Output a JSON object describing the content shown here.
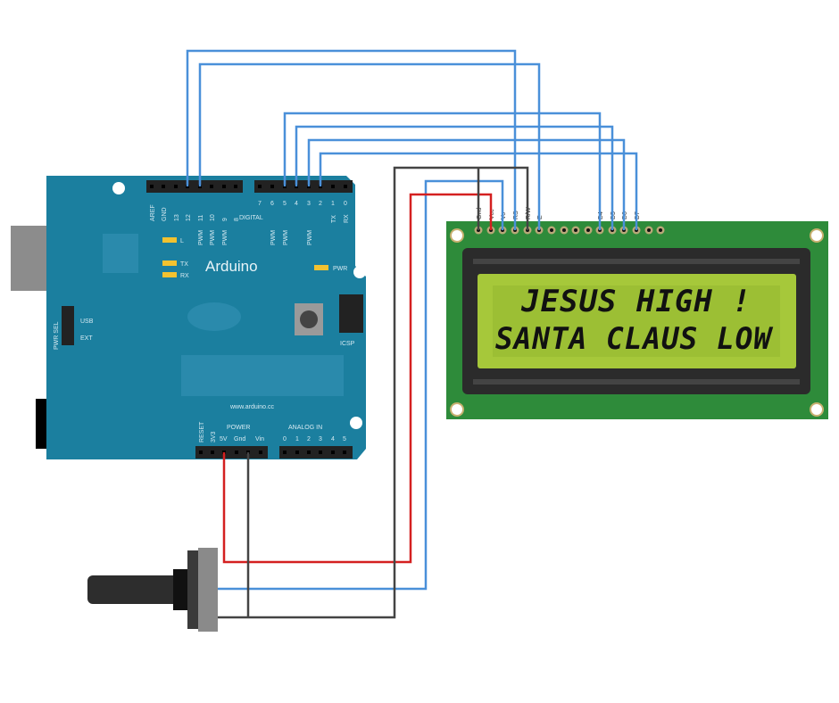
{
  "arduino": {
    "brand": "Arduino",
    "website": "www.arduino.cc",
    "digital_label": "DIGITAL",
    "power_label": "POWER",
    "analog_label": "ANALOG IN",
    "icsp_label": "ICSP",
    "pwr_sel_label": "PWR SEL",
    "usb_label": "USB",
    "ext_label": "EXT",
    "led_l": "L",
    "led_tx": "TX",
    "led_rx": "RX",
    "led_pwr": "PWR",
    "digital_pins_left": [
      "AREF",
      "GND",
      "13",
      "12",
      "11",
      "10",
      "9",
      "8"
    ],
    "digital_pins_right": [
      "7",
      "6",
      "5",
      "4",
      "3",
      "2",
      "1",
      "0"
    ],
    "pwm_label": "PWM",
    "tx_pin": "TX",
    "rx_pin": "RX",
    "power_pins": [
      "RESET",
      "3V3",
      "5V",
      "Gnd",
      "Vin"
    ],
    "analog_pins": [
      "0",
      "1",
      "2",
      "3",
      "4",
      "5"
    ],
    "board_color": "#1b7f9f"
  },
  "lcd": {
    "pins": [
      "Gnd",
      "Vcc",
      "Vo",
      "RS",
      "R/W",
      "E",
      "",
      "",
      "",
      "",
      "D4",
      "D5",
      "D6",
      "D7",
      "",
      ""
    ],
    "line1": "JESUS HIGH !",
    "line2": "SANTA CLAUS LOW",
    "board_color": "#2e8b3a",
    "screen_color": "#a6c83a"
  },
  "wires": {
    "signal_color": "#4a90d9",
    "power_color": "#d42020",
    "ground_color": "#444444"
  }
}
